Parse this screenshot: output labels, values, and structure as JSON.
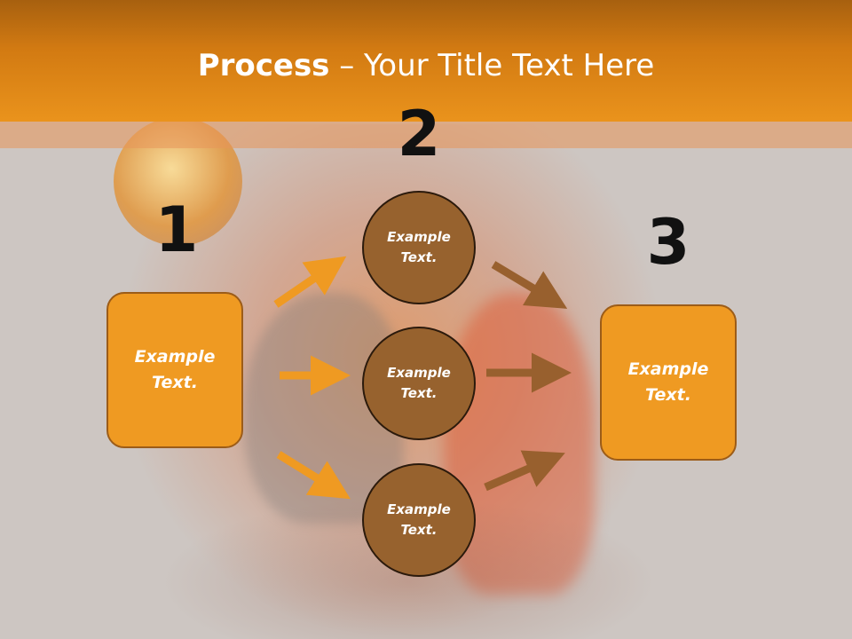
{
  "title": {
    "bold": "Process",
    "rest": " – Your Title Text Here"
  },
  "steps": {
    "n1": "1",
    "n2": "2",
    "n3": "3"
  },
  "boxes": {
    "left": "Example\nText.",
    "right": "Example\nText."
  },
  "circles": {
    "top": "Example\nText.",
    "middle": "Example\nText.",
    "bottom": "Example\nText."
  },
  "colors": {
    "header": "#ea931c",
    "box_fill": "#ef9a22",
    "circle_fill": "#97622e",
    "arrow_orange": "#ef9a22",
    "arrow_brown": "#98602e"
  }
}
